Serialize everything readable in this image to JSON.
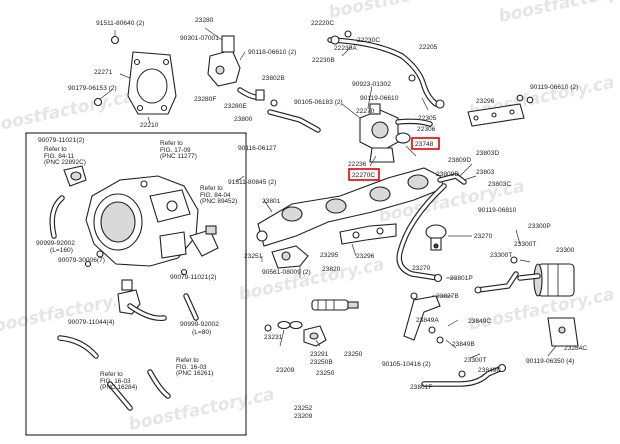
{
  "diagram": {
    "watermark_text": "boostfactory.ca",
    "highlight_color": "#e60000",
    "part_labels": [
      {
        "id": "l01",
        "text": "91511-80640 (2)"
      },
      {
        "id": "l02",
        "text": "23280"
      },
      {
        "id": "l03",
        "text": "90301-07001"
      },
      {
        "id": "l04",
        "text": "90118-06610 (2)"
      },
      {
        "id": "l05",
        "text": "22271"
      },
      {
        "id": "l06",
        "text": "90179-06153 (2)"
      },
      {
        "id": "l07",
        "text": "22210"
      },
      {
        "id": "l08",
        "text": "23802B"
      },
      {
        "id": "l09",
        "text": "23280F"
      },
      {
        "id": "l10",
        "text": "23280E"
      },
      {
        "id": "l11",
        "text": "23800"
      },
      {
        "id": "l12",
        "text": "90116-06127"
      },
      {
        "id": "l13",
        "text": "22220C"
      },
      {
        "id": "l14",
        "text": "22230A"
      },
      {
        "id": "l15",
        "text": "22230C"
      },
      {
        "id": "l16",
        "text": "22205"
      },
      {
        "id": "l17",
        "text": "22230B"
      },
      {
        "id": "l18",
        "text": "90923-01302"
      },
      {
        "id": "l19",
        "text": "90119-06610"
      },
      {
        "id": "l20",
        "text": "90105-06183 (2)"
      },
      {
        "id": "l21",
        "text": "22270"
      },
      {
        "id": "l22",
        "text": "22306"
      },
      {
        "id": "l23",
        "text": "23296"
      },
      {
        "id": "l24",
        "text": "90119-06610 (2)"
      },
      {
        "id": "l25",
        "text": "22305"
      },
      {
        "id": "l26",
        "text": "22236"
      },
      {
        "id": "l27",
        "text": "22270C"
      },
      {
        "id": "l28",
        "text": "23748"
      },
      {
        "id": "l29",
        "text": "23803D"
      },
      {
        "id": "l30",
        "text": "23803C"
      },
      {
        "id": "l31",
        "text": "23809D"
      },
      {
        "id": "l32",
        "text": "23803"
      },
      {
        "id": "l33",
        "text": "91511-80845 (2)"
      },
      {
        "id": "l34",
        "text": "23801"
      },
      {
        "id": "l35",
        "text": "90119-06810"
      },
      {
        "id": "l36",
        "text": "90079-11021(2)"
      },
      {
        "id": "l37",
        "text": "Refer to"
      },
      {
        "id": "l38",
        "text": "FIG. 84-11"
      },
      {
        "id": "l39",
        "text": "(PNC 22892C)"
      },
      {
        "id": "l40",
        "text": "Refer to"
      },
      {
        "id": "l41",
        "text": "FIG. 17-09"
      },
      {
        "id": "l42",
        "text": "(PNC 11277)"
      },
      {
        "id": "l43",
        "text": "Refer to"
      },
      {
        "id": "l44",
        "text": "FIG. 84-04"
      },
      {
        "id": "l45",
        "text": "(PNC 89452)"
      },
      {
        "id": "l46",
        "text": "23300P"
      },
      {
        "id": "l47",
        "text": "23270"
      },
      {
        "id": "l48",
        "text": "23300T"
      },
      {
        "id": "l49",
        "text": "23300T"
      },
      {
        "id": "l50",
        "text": "23251"
      },
      {
        "id": "l51",
        "text": "23295"
      },
      {
        "id": "l52",
        "text": "23296"
      },
      {
        "id": "l53",
        "text": "90561-08009 (2)"
      },
      {
        "id": "l54",
        "text": "90999-92002"
      },
      {
        "id": "l55",
        "text": "(L=160)"
      },
      {
        "id": "l56",
        "text": "90079-30006(7)"
      },
      {
        "id": "l57",
        "text": "90079-11021(2)"
      },
      {
        "id": "l58",
        "text": "23820"
      },
      {
        "id": "l59",
        "text": "23801P"
      },
      {
        "id": "l60",
        "text": "23827B"
      },
      {
        "id": "l61",
        "text": "23300"
      },
      {
        "id": "l62",
        "text": "90079-11044(4)"
      },
      {
        "id": "l63",
        "text": "90999-92002"
      },
      {
        "id": "l64",
        "text": "(L=80)"
      },
      {
        "id": "l65",
        "text": "23270"
      },
      {
        "id": "l66",
        "text": "23849A"
      },
      {
        "id": "l67",
        "text": "23849C"
      },
      {
        "id": "l68",
        "text": "23231"
      },
      {
        "id": "l69",
        "text": "23250"
      },
      {
        "id": "l70",
        "text": "23291"
      },
      {
        "id": "l71",
        "text": "23250B"
      },
      {
        "id": "l72",
        "text": "23250"
      },
      {
        "id": "l73",
        "text": "23252"
      },
      {
        "id": "l74",
        "text": "23209"
      },
      {
        "id": "l75",
        "text": "23209"
      },
      {
        "id": "l76",
        "text": "23849B"
      },
      {
        "id": "l77",
        "text": "23300T"
      },
      {
        "id": "l78",
        "text": "23849C"
      },
      {
        "id": "l79",
        "text": "23284C"
      },
      {
        "id": "l80",
        "text": "90119-06350 (4)"
      },
      {
        "id": "l81",
        "text": "90105-10416 (2)"
      },
      {
        "id": "l82",
        "text": "23801F"
      },
      {
        "id": "l83",
        "text": "Refer to"
      },
      {
        "id": "l84",
        "text": "FIG. 16-03"
      },
      {
        "id": "l85",
        "text": "(PNC 16284)"
      },
      {
        "id": "l86",
        "text": "Refer to"
      },
      {
        "id": "l87",
        "text": "FIG. 16-03"
      },
      {
        "id": "l88",
        "text": "(PNC 16261)"
      },
      {
        "id": "l89",
        "text": "23809D"
      }
    ]
  }
}
